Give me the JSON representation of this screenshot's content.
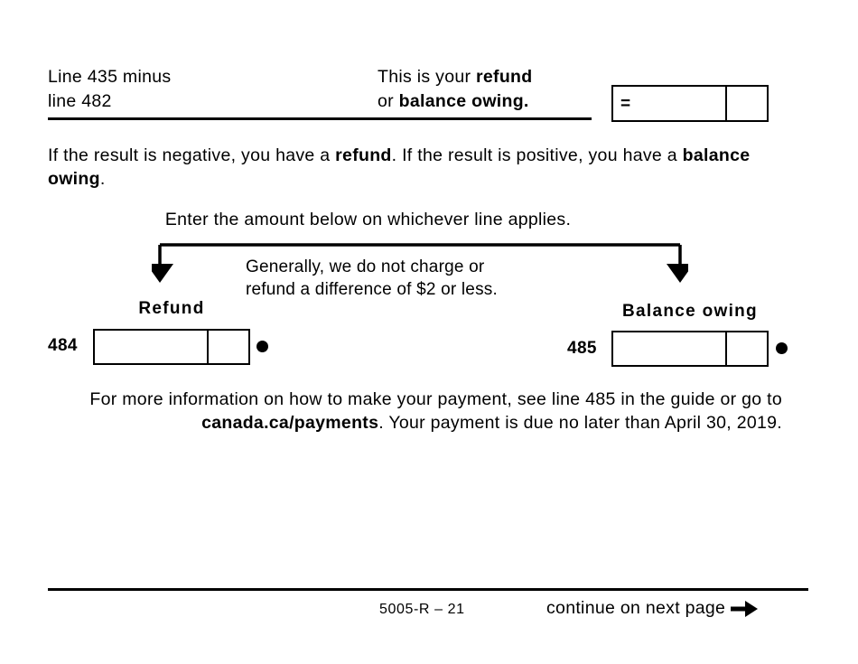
{
  "form": {
    "code": "5005-R – 21",
    "continue_label": "continue on next page",
    "continue_arrow_icon": "arrow-right-icon"
  },
  "calculation": {
    "line_reference": "Line 435 minus\nline 482",
    "result_line_1_plain": "This is your ",
    "result_line_1_bold": "refund",
    "result_line_2_plain": "or ",
    "result_line_2_bold": "balance owing.",
    "equals_sign": "=",
    "total_value": "",
    "total_cents": ""
  },
  "notes": {
    "negative_positive": {
      "part_1": "If the result is negative, you have a ",
      "bold_1": "refund",
      "part_2": ". If the result is positive, you have a ",
      "bold_2": "balance owing",
      "part_3": "."
    },
    "enter_amount": "Enter the amount below on whichever line applies.",
    "generally": "Generally, we do not charge or\nrefund a difference of $2 or less.",
    "payment": {
      "part_1": "For more information on how to make your payment, see line 485 in the guide or go to ",
      "bold_1": "canada.ca/payments",
      "part_2": ". Your payment is due no later than April 30, 2019."
    }
  },
  "refund": {
    "label": "Refund",
    "line_number": "484",
    "value": "",
    "cents": ""
  },
  "balance_owing": {
    "label": "Balance owing",
    "line_number": "485",
    "value": "",
    "cents": ""
  },
  "colors": {
    "ink": "#000000",
    "paper": "#ffffff"
  }
}
